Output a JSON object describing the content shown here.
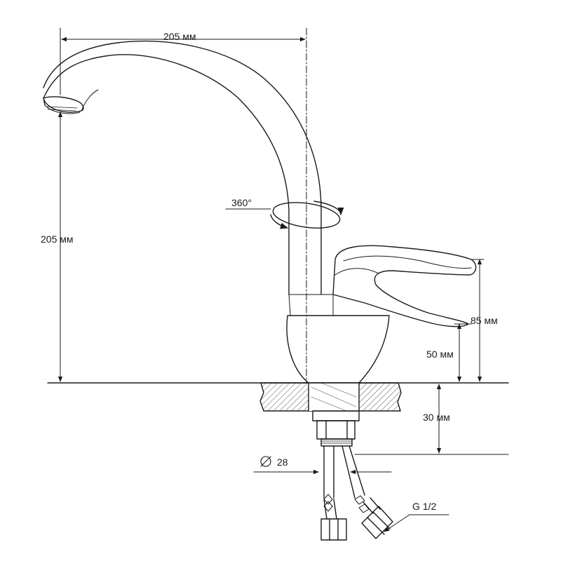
{
  "dimensions": {
    "spout_reach": "205 мм",
    "spout_height": "205 мм",
    "swivel": "360°",
    "lever_height": "85 мм",
    "body_height": "50 мм",
    "thread_length": "30 мм",
    "mount_diameter": "28",
    "connection": "G 1/2"
  },
  "colors": {
    "line": "#1a1a1a",
    "hatch": "#555555",
    "background": "#ffffff"
  },
  "icons": {
    "diameter": "diameter-symbol-icon"
  }
}
